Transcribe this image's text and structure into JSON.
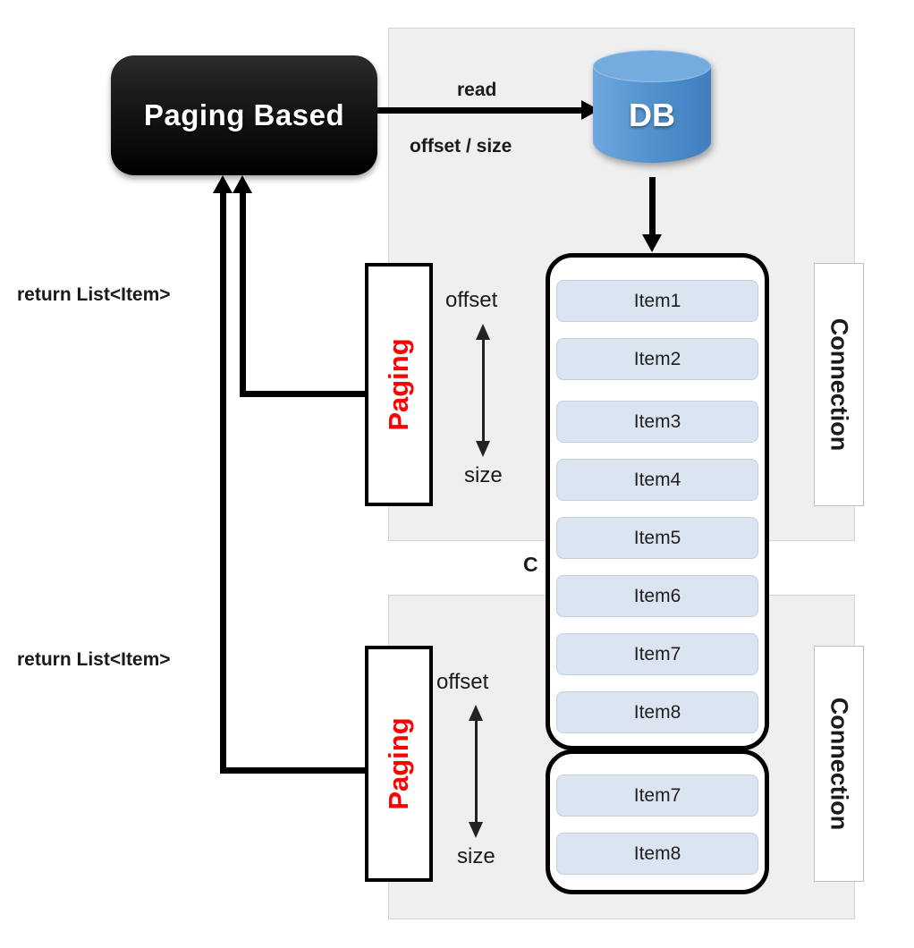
{
  "diagram": {
    "title_node": {
      "label": "Paging Based"
    },
    "db_node": {
      "label": "DB"
    },
    "panels": [
      {
        "name": "top-group"
      },
      {
        "name": "bottom-group"
      }
    ],
    "edges": {
      "read_label": "read",
      "read_params_label": "offset / size",
      "return_label_top": "return List<Item>",
      "return_label_bottom": "return List<Item>"
    },
    "paging_boxes": [
      {
        "label": "Paging",
        "color": "#ff0000"
      },
      {
        "label": "Paging",
        "color": "#ff0000"
      }
    ],
    "connection_boxes": [
      {
        "label": "Connection"
      },
      {
        "label": "Connection"
      }
    ],
    "range_markers_top": {
      "upper": "offset",
      "lower": "size"
    },
    "range_markers_bottom": {
      "upper": "offset",
      "lower": "size"
    },
    "occluded_label": "C",
    "item_list_primary": [
      "Item1",
      "Item2",
      "Item3",
      "Item4",
      "Item5",
      "Item6",
      "Item7",
      "Item8"
    ],
    "item_list_secondary": [
      "Item7",
      "Item8"
    ],
    "colors": {
      "panel_background": "#efefef",
      "node_background": "#000000",
      "db_fill": "#4f8fcc",
      "item_fill": "#dbe5f1",
      "accent_red": "#ff0000",
      "line": "#000000"
    }
  }
}
